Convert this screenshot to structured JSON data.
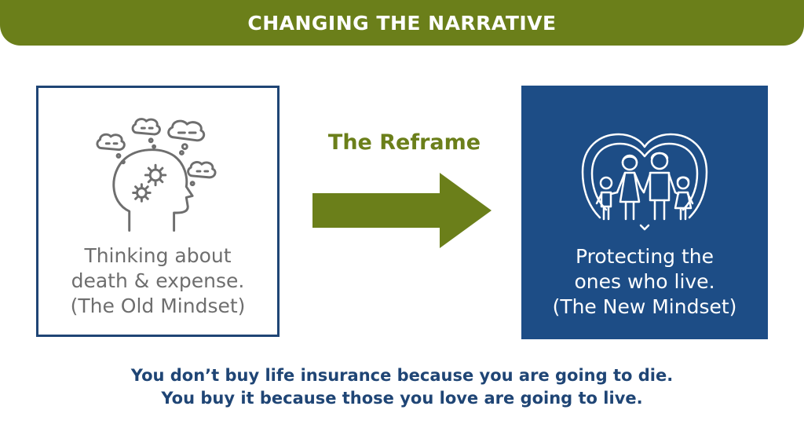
{
  "header": {
    "title": "CHANGING THE NARRATIVE"
  },
  "old_mindset": {
    "lines": [
      "Thinking about",
      "death & expense.",
      "(The Old Mindset)"
    ],
    "icon": "head-with-thought-bubbles-icon"
  },
  "transition": {
    "label": "The Reframe",
    "icon": "right-arrow-icon"
  },
  "new_mindset": {
    "lines": [
      "Protecting the",
      "ones who live.",
      "(The New Mindset)"
    ],
    "icon": "family-in-heart-icon"
  },
  "tagline": {
    "line1": "You don’t buy life insurance because you are going to die.",
    "line2": "You buy it because those you love are going to live."
  },
  "colors": {
    "accent_green": "#6b7f1a",
    "navy": "#1f4575",
    "box_blue": "#1d4d86",
    "muted_text": "#6e6e6e"
  }
}
